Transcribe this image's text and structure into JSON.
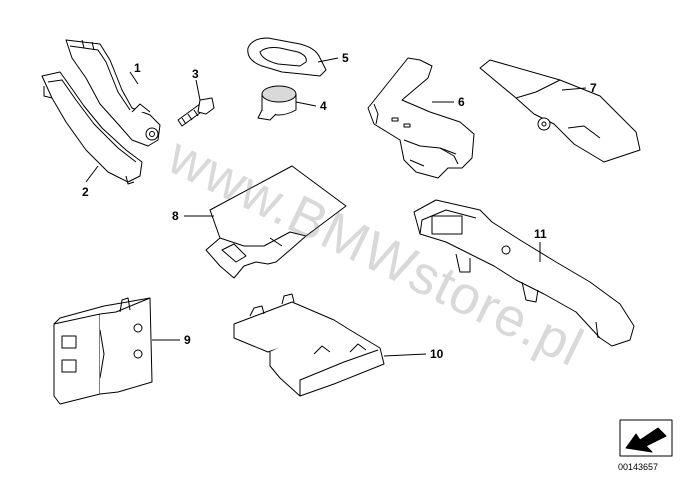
{
  "callouts": {
    "c1": "1",
    "c2": "2",
    "c3": "3",
    "c4": "4",
    "c5": "5",
    "c6": "6",
    "c7": "7",
    "c8": "8",
    "c9": "9",
    "c10": "10",
    "c11": "11"
  },
  "watermark": "www.BMWstore.pl",
  "diagram_id": "00143657",
  "colors": {
    "line": "#000000",
    "fill": "#ffffff",
    "shade": "#d9d9d9",
    "watermark": "#787878"
  },
  "icons": {
    "corner_badge": "arrow-down-left-icon"
  }
}
